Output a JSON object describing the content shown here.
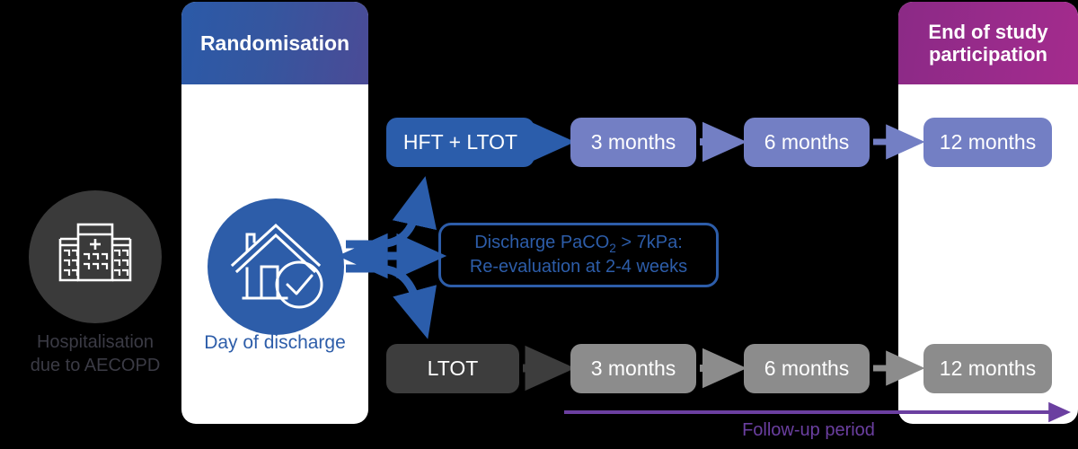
{
  "diagram": {
    "title": "AECOPD study design flow diagram",
    "background_color": "#000000"
  },
  "start_node": {
    "icon": "hospital-building-icon",
    "label": "Hospitalisation\ndue to AECOPD",
    "label_line1": "Hospitalisation",
    "label_line2": "due to AECOPD",
    "circle_color": "#3a3a3a",
    "text_color": "#3b3b45"
  },
  "columns": [
    {
      "id": "randomisation",
      "header": "Randomisation",
      "header_gradient_from": "#2b5aa8",
      "header_gradient_to": "#4b4b96",
      "node_icon": "house-check-icon",
      "node_label": "Day of discharge",
      "node_color": "#2d5da9"
    },
    {
      "id": "end-of-study",
      "header_line1": "End of study",
      "header_line2": "participation",
      "header_gradient_from": "#8b2a86",
      "header_gradient_to": "#a42b8d"
    }
  ],
  "arms": [
    {
      "id": "intervention",
      "treatment_label": "HFT + LTOT",
      "treatment_color": "#2b5dab",
      "timepoint_color": "#737fc4",
      "arrow_color": "#2b5dab",
      "timepoints": [
        "3 months",
        "6 months",
        "12 months"
      ]
    },
    {
      "id": "control",
      "treatment_label": "LTOT",
      "treatment_color": "#3d3d3d",
      "timepoint_color": "#8c8c8c",
      "arrow_color": "#6e6e6e",
      "timepoints": [
        "3 months",
        "6 months",
        "12 months"
      ]
    }
  ],
  "callout": {
    "line1_prefix": "Discharge PaCO",
    "line1_subscript": "2",
    "line1_suffix": " > 7kPa:",
    "line2": "Re-evaluation at 2-4 weeks",
    "border_color": "#2d5da9",
    "text_color": "#2d5da9"
  },
  "followup": {
    "label": "Follow-up period",
    "color": "#6b3fa0"
  }
}
